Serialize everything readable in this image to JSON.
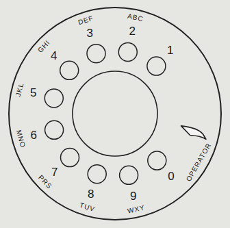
{
  "diagram": {
    "labels": [
      "1",
      "ABC",
      "2",
      "DEF",
      "3",
      "GHI",
      "4",
      "JKL",
      "5",
      "MNO",
      "6",
      "PRS",
      "7",
      "TUV",
      "8",
      "WXY",
      "9",
      "0",
      "OPERATOR"
    ]
  }
}
